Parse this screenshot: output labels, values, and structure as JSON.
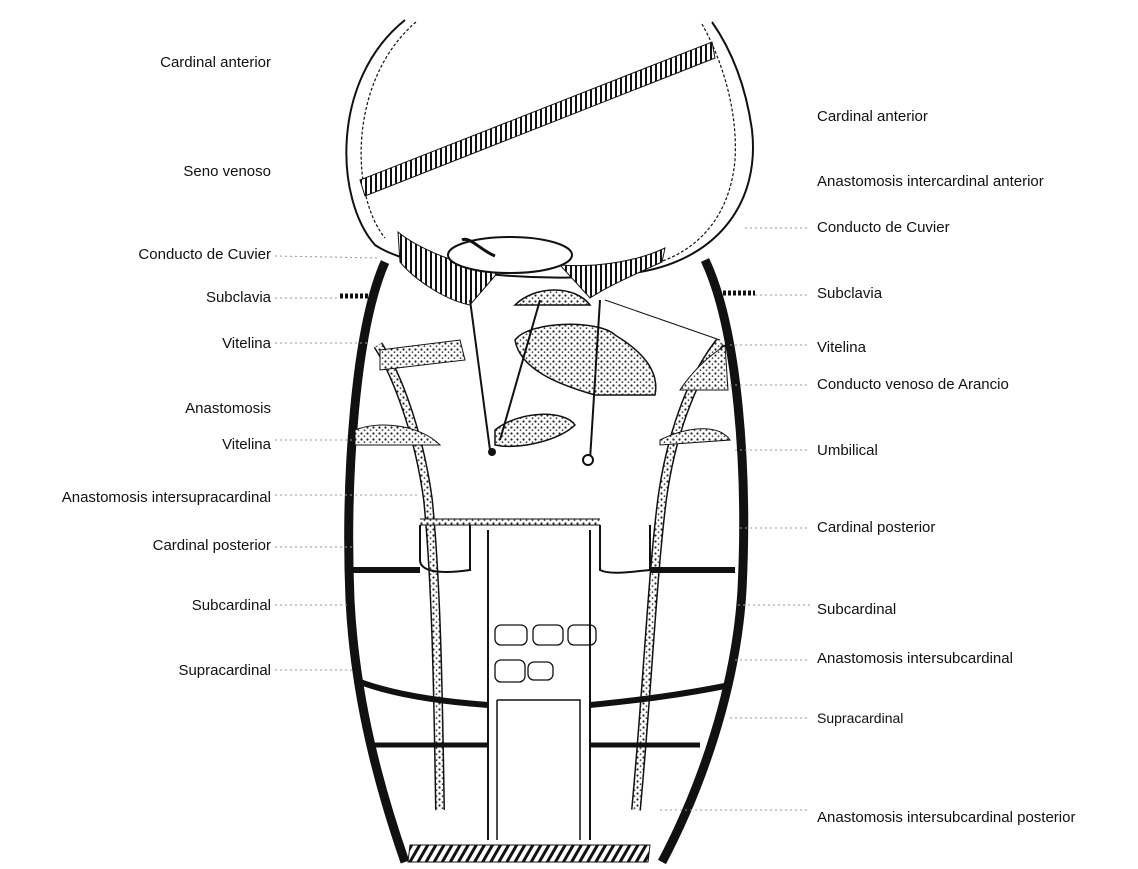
{
  "labels_left": [
    "Cardinal anterior",
    "Seno venoso",
    "Conducto de Cuvier",
    "Subclavia",
    "Vitelina",
    "Anastomosis",
    "Vitelina",
    "Anastomosis intersupracardinal",
    "Cardinal posterior",
    "Subcardinal",
    "Supracardinal"
  ],
  "labels_right": [
    "Cardinal anterior",
    "Anastomosis intercardinal anterior",
    "Conducto de Cuvier",
    "Subclavia",
    "Vitelina",
    "Conducto venoso de Arancio",
    "Umbilical",
    "Cardinal posterior",
    "Subcardinal",
    "Anastomosis intersubcardinal",
    "Supracardinal",
    "Anastomosis intersubcardinal posterior"
  ],
  "colors": {
    "ink": "#111111",
    "leader": "#9a9a9a",
    "background": "#ffffff"
  }
}
